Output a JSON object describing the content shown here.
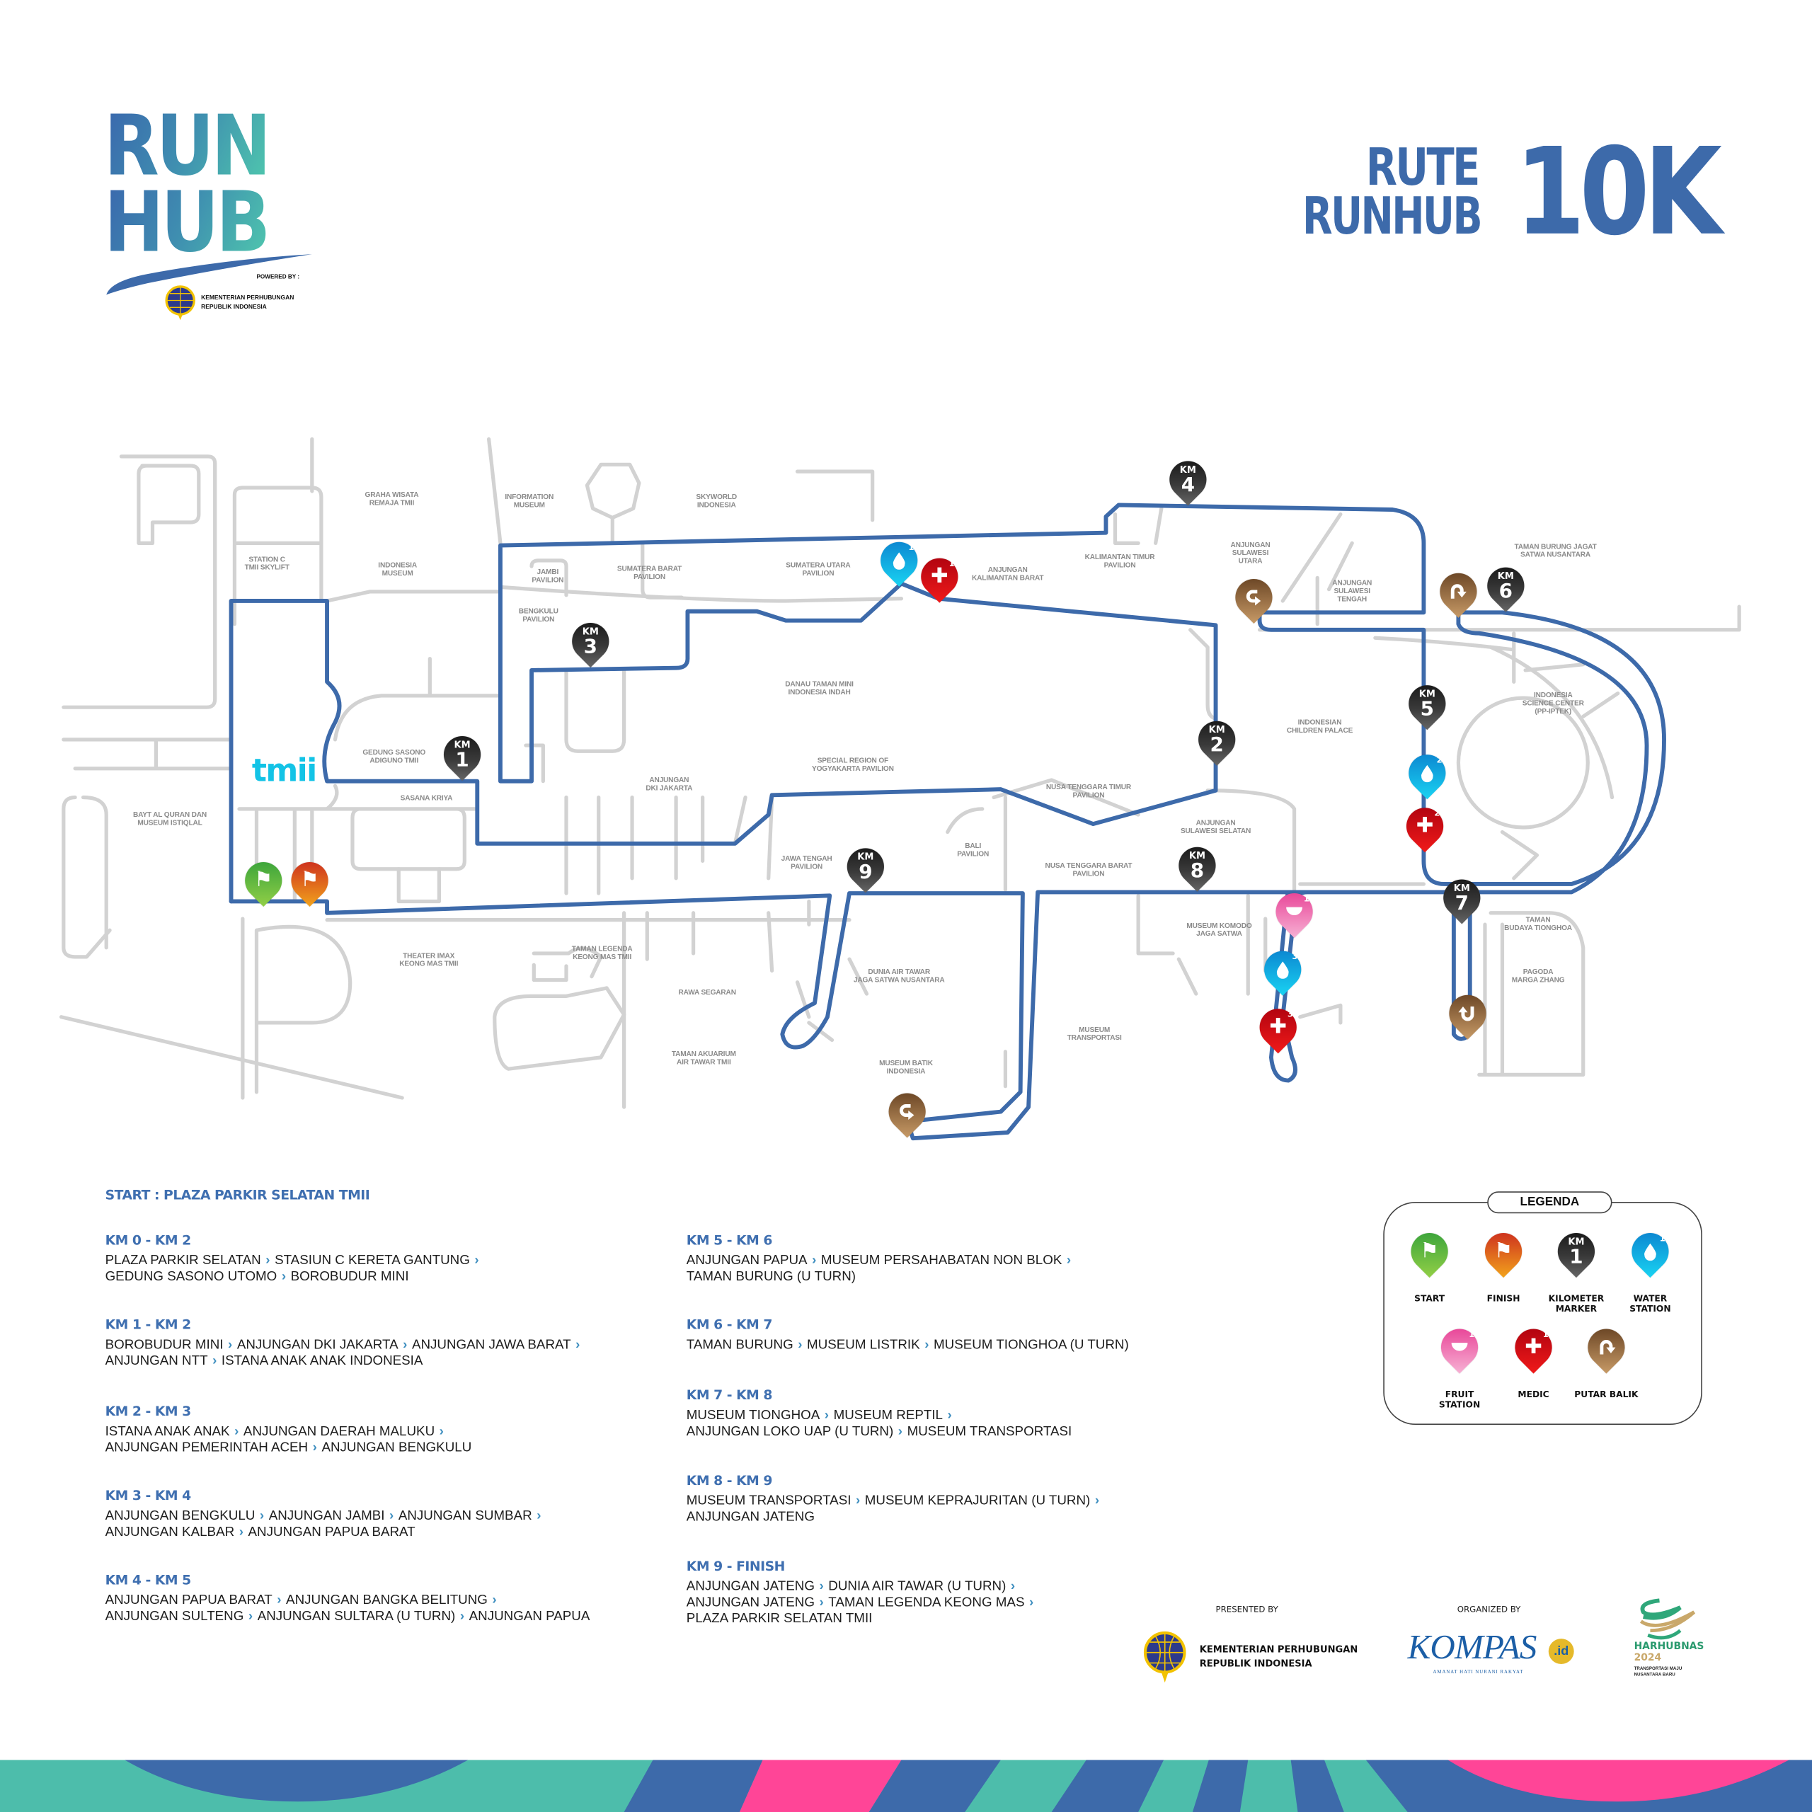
{
  "header": {
    "logo_line1": "RUN",
    "logo_line2": "HUB",
    "powered_by": "POWERED BY :",
    "powered_org_line1": "KEMENTERIAN PERHUBUNGAN",
    "powered_org_line2": "REPUBLIK INDONESIA",
    "title_line1": "RUTE",
    "title_line2": "RUNHUB",
    "title_distance": "10K"
  },
  "map": {
    "venue_logo": "tmii",
    "labels": [
      "GRAHA WISATA\nREMAJA TMII",
      "INFORMATION\nMUSEUM",
      "SKYWORLD\nINDONESIA",
      "STATION C\nTMII SKYLIFT",
      "INDONESIA\nMUSEUM",
      "JAMBI\nPAVILION",
      "SUMATERA BARAT\nPAVILION",
      "SUMATERA UTARA\nPAVILION",
      "ANJUNGAN\nKALIMANTAN BARAT",
      "KALIMANTAN TIMUR\nPAVILION",
      "ANJUNGAN\nSULAWESI\nUTARA",
      "ANJUNGAN\nSULAWESI\nTENGAH",
      "TAMAN BURUNG JAGAT\nSATWA NUSANTARA",
      "BENGKULU\nPAVILION",
      "DANAU TAMAN MINI\nINDONESIA INDAH",
      "INDONESIA\nSCIENCE CENTER\n(PP-IPTEK)",
      "INDONESIAN\nCHILDREN PALACE",
      "GEDUNG SASONO\nADIGUNO TMII",
      "SPECIAL REGION OF\nYOGYAKARTA PAVILION",
      "ANJUNGAN\nDKI JAKARTA",
      "NUSA TENGGARA TIMUR\nPAVILION",
      "SASANA KRIYA",
      "BAYT AL QURAN DAN\nMUSEUM ISTIQLAL",
      "ANJUNGAN\nSULAWESI SELATAN",
      "BALI\nPAVILION",
      "JAWA TENGAH\nPAVILION",
      "NUSA TENGGARA BARAT\nPAVILION",
      "MUSEUM KOMODO\nJAGA SATWA",
      "TAMAN\nBUDAYA TIONGHOA",
      "THEATER IMAX\nKEONG MAS TMII",
      "TAMAN LEGENDA\nKEONG MAS TMII",
      "DUNIA AIR TAWAR\nJAGA SATWA NUSANTARA",
      "PAGODA\nMARGA ZHANG",
      "RAWA SEGARAN",
      "MUSEUM\nTRANSPORTASI",
      "TAMAN AKUARIUM\nAIR TAWAR TMII",
      "MUSEUM BATIK\nINDONESIA"
    ],
    "km_prefix": "KM",
    "km_markers": [
      "1",
      "2",
      "3",
      "4",
      "5",
      "6",
      "7",
      "8",
      "9"
    ],
    "water_stations": [
      "1",
      "2",
      "3"
    ],
    "medic_stations": [
      "1",
      "2",
      "3"
    ],
    "fruit_stations": [
      "1"
    ]
  },
  "route_list": {
    "start": "START : PLAZA PARKIR SELATAN TMII",
    "segments": [
      {
        "title": "KM 0 - KM 2",
        "lines": [
          [
            "PLAZA PARKIR SELATAN",
            "STASIUN C KERETA GANTUNG"
          ],
          [
            "GEDUNG SASONO UTOMO",
            "BOROBUDUR MINI"
          ]
        ]
      },
      {
        "title": "KM 1 - KM 2",
        "lines": [
          [
            "BOROBUDUR MINI",
            "ANJUNGAN DKI JAKARTA",
            "ANJUNGAN JAWA BARAT"
          ],
          [
            "ANJUNGAN NTT",
            "ISTANA ANAK ANAK INDONESIA"
          ]
        ]
      },
      {
        "title": "KM 2 - KM 3",
        "lines": [
          [
            "ISTANA ANAK ANAK",
            "ANJUNGAN DAERAH MALUKU"
          ],
          [
            "ANJUNGAN PEMERINTAH ACEH",
            "ANJUNGAN BENGKULU"
          ]
        ]
      },
      {
        "title": "KM 3 - KM 4",
        "lines": [
          [
            "ANJUNGAN BENGKULU",
            "ANJUNGAN JAMBI",
            "ANJUNGAN SUMBAR"
          ],
          [
            "ANJUNGAN KALBAR",
            "ANJUNGAN PAPUA BARAT"
          ]
        ]
      },
      {
        "title": "KM 4 - KM 5",
        "lines": [
          [
            "ANJUNGAN PAPUA BARAT",
            "ANJUNGAN BANGKA BELITUNG"
          ],
          [
            "ANJUNGAN SULTENG",
            "ANJUNGAN SULTARA (U TURN)",
            "ANJUNGAN PAPUA"
          ]
        ]
      },
      {
        "title": "KM 5 - KM 6",
        "lines": [
          [
            "ANJUNGAN PAPUA",
            "MUSEUM PERSAHABATAN NON BLOK"
          ],
          [
            "TAMAN BURUNG  (U TURN)"
          ]
        ]
      },
      {
        "title": "KM 6 - KM 7",
        "lines": [
          [
            "TAMAN BURUNG",
            "MUSEUM LISTRIK",
            "MUSEUM TIONGHOA (U TURN)"
          ]
        ]
      },
      {
        "title": "KM 7 - KM 8",
        "lines": [
          [
            "MUSEUM TIONGHOA",
            "MUSEUM REPTIL"
          ],
          [
            "ANJUNGAN LOKO UAP (U TURN)",
            "MUSEUM TRANSPORTASI"
          ]
        ]
      },
      {
        "title": "KM 8 - KM 9",
        "lines": [
          [
            "MUSEUM TRANSPORTASI",
            "MUSEUM KEPRAJURITAN (U TURN)"
          ],
          [
            "ANJUNGAN JATENG"
          ]
        ]
      },
      {
        "title": "KM 9 - FINISH",
        "lines": [
          [
            "ANJUNGAN JATENG",
            "DUNIA AIR TAWAR (U TURN)"
          ],
          [
            "ANJUNGAN JATENG",
            "TAMAN LEGENDA KEONG MAS"
          ],
          [
            "PLAZA PARKIR SELATAN TMII"
          ]
        ]
      }
    ]
  },
  "legend": {
    "title": "LEGENDA",
    "items": [
      {
        "label": "START",
        "icon": "flag-icon"
      },
      {
        "label": "FINISH",
        "icon": "flag-icon"
      },
      {
        "label": "KILOMETER\nMARKER",
        "icon": "km-marker-icon",
        "badge": "KM",
        "number": "1"
      },
      {
        "label": "WATER\nSTATION",
        "icon": "water-drop-icon",
        "number": "1"
      },
      {
        "label": "FRUIT\nSTATION",
        "icon": "watermelon-icon",
        "number": "1"
      },
      {
        "label": "MEDIC",
        "icon": "medical-cross-icon",
        "number": "1"
      },
      {
        "label": "PUTAR BALIK",
        "icon": "u-turn-icon"
      }
    ]
  },
  "sponsors": {
    "presented_by": "PRESENTED BY",
    "presenter_line1": "KEMENTERIAN PERHUBUNGAN",
    "presenter_line2": "REPUBLIK INDONESIA",
    "organized_by": "ORGANIZED BY",
    "organizer": "KOMPAS",
    "organizer_suffix": ".id",
    "organizer_tagline": "AMANAT HATI NURANI RAKYAT",
    "event_name": "HARHUBNAS",
    "event_year": "2024",
    "event_tagline_line1": "TRANSPORTASI MAJU",
    "event_tagline_line2": "NUSANTARA BARU"
  },
  "colors": {
    "route": "#3d6aaa",
    "road": "#d2d2d2",
    "teal": "#4dbdab",
    "pink": "#ff4597",
    "blue": "#3d6aaa"
  }
}
